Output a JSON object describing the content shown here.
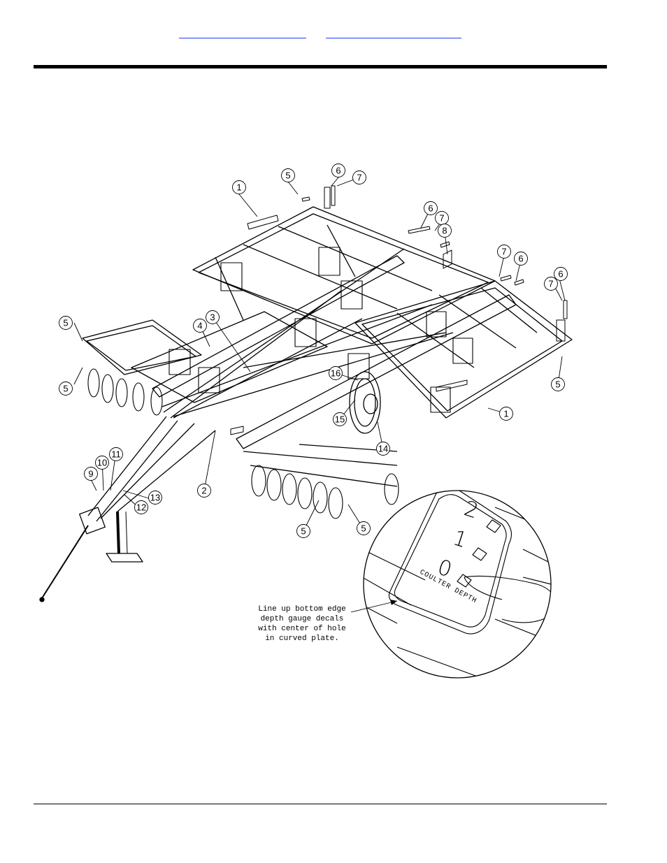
{
  "header": {
    "link_left": "",
    "link_right": ""
  },
  "callouts": {
    "n1": "1",
    "n2": "2",
    "n3": "3",
    "n4": "4",
    "n5": "5",
    "n6": "6",
    "n7": "7",
    "n8": "8",
    "n9": "9",
    "n10": "10",
    "n11": "11",
    "n12": "12",
    "n13": "13",
    "n14": "14",
    "n15": "15",
    "n16": "16"
  },
  "detail": {
    "gauge_marks": [
      "2",
      "1",
      "0"
    ],
    "decal_label": "COULTER DEPTH",
    "note_lines": [
      "Line up bottom edge",
      "depth gauge decals",
      "with center of hole",
      "in curved plate."
    ]
  }
}
